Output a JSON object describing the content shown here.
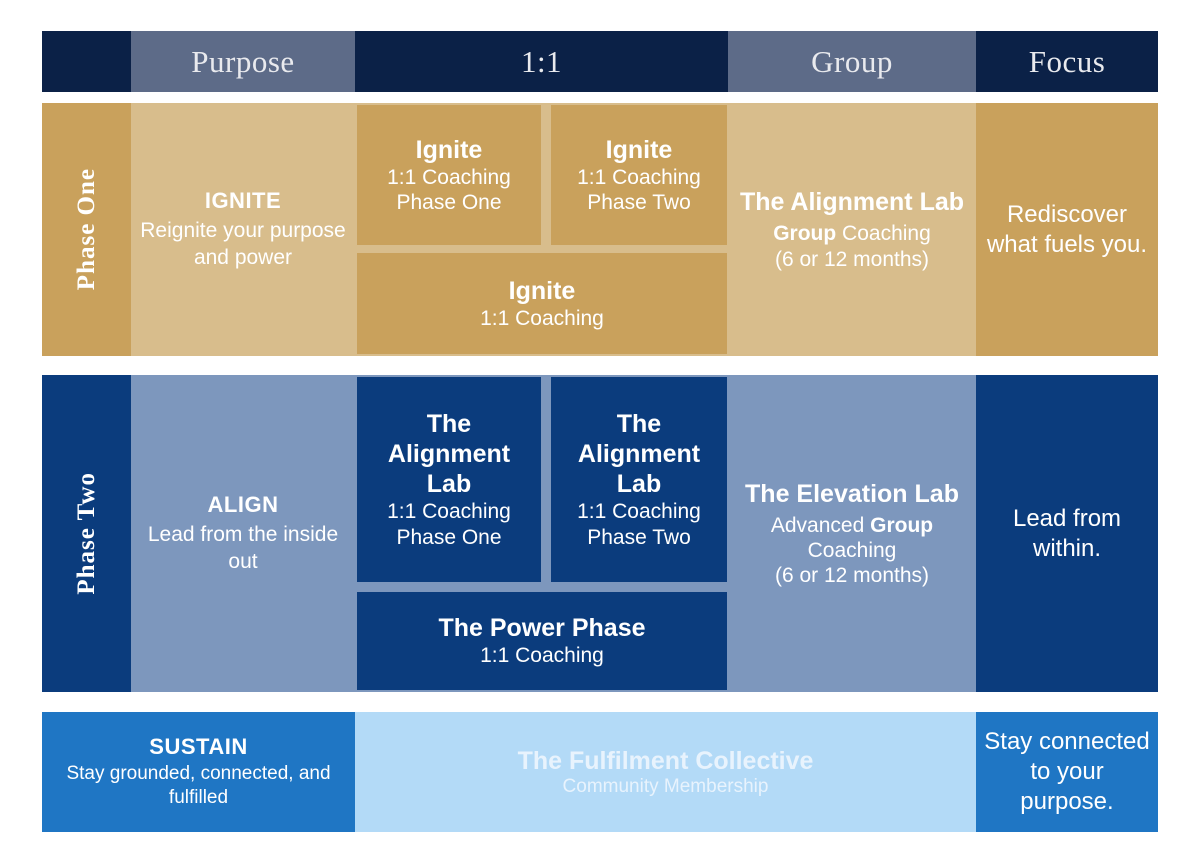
{
  "meta": {
    "diagram_title": "Coaching Programme Pathway",
    "colors": {
      "navy": "#0b2147",
      "slate": "#5d6b88",
      "gold_dark": "#c9a15c",
      "gold_light": "#d8bd8c",
      "blue_dark": "#0b3c7d",
      "blue_light": "#7d97bd",
      "blue_mid": "#1f76c4",
      "blue_pale": "#b3daf7",
      "text_white": "#ffffff",
      "background": "#ffffff"
    }
  },
  "header": {
    "columns": [
      {
        "label": "",
        "style": "navy"
      },
      {
        "label": "Purpose",
        "style": "slate"
      },
      {
        "label": "1:1",
        "style": "navy"
      },
      {
        "label": "Group",
        "style": "slate"
      },
      {
        "label": "Focus",
        "style": "navy"
      }
    ]
  },
  "rows": [
    {
      "id": "phase-one",
      "spine": "Phase One",
      "purpose": {
        "title": "IGNITE",
        "subtitle": "Reignite your purpose and power"
      },
      "one_to_one": {
        "top_left": {
          "title": "Ignite",
          "line2": "1:1 Coaching",
          "line3": "Phase One"
        },
        "top_right": {
          "title": "Ignite",
          "line2": "1:1 Coaching",
          "line3": "Phase Two"
        },
        "bottom": {
          "title": "Ignite",
          "line2": "1:1 Coaching"
        }
      },
      "group": {
        "title": "The Alignment Lab",
        "detail_bold": "Group",
        "detail_rest": " Coaching",
        "duration": "(6 or 12 months)"
      },
      "focus": {
        "text": "Rediscover what fuels you."
      }
    },
    {
      "id": "phase-two",
      "spine": "Phase Two",
      "purpose": {
        "title": "ALIGN",
        "subtitle": "Lead from the inside out"
      },
      "one_to_one": {
        "top_left": {
          "title_line1": "The",
          "title_line2": "Alignment",
          "title_line3": "Lab",
          "line2": "1:1 Coaching",
          "line3": "Phase One"
        },
        "top_right": {
          "title_line1": "The",
          "title_line2": "Alignment",
          "title_line3": "Lab",
          "line2": "1:1 Coaching",
          "line3": "Phase Two"
        },
        "bottom": {
          "title": "The Power Phase",
          "line2": "1:1 Coaching"
        }
      },
      "group": {
        "title": "The Elevation Lab",
        "detail_pre": "Advanced ",
        "detail_bold": "Group",
        "detail_post": " Coaching",
        "duration": "(6 or 12 months)"
      },
      "focus": {
        "text": "Lead from within."
      }
    }
  ],
  "sustain_row": {
    "purpose": {
      "title": "SUSTAIN",
      "subtitle": "Stay grounded, connected, and fulfilled"
    },
    "collective": {
      "title": "The Fulfilment Collective",
      "subtitle": "Community Membership"
    },
    "focus": {
      "text": "Stay connected to your purpose."
    }
  }
}
